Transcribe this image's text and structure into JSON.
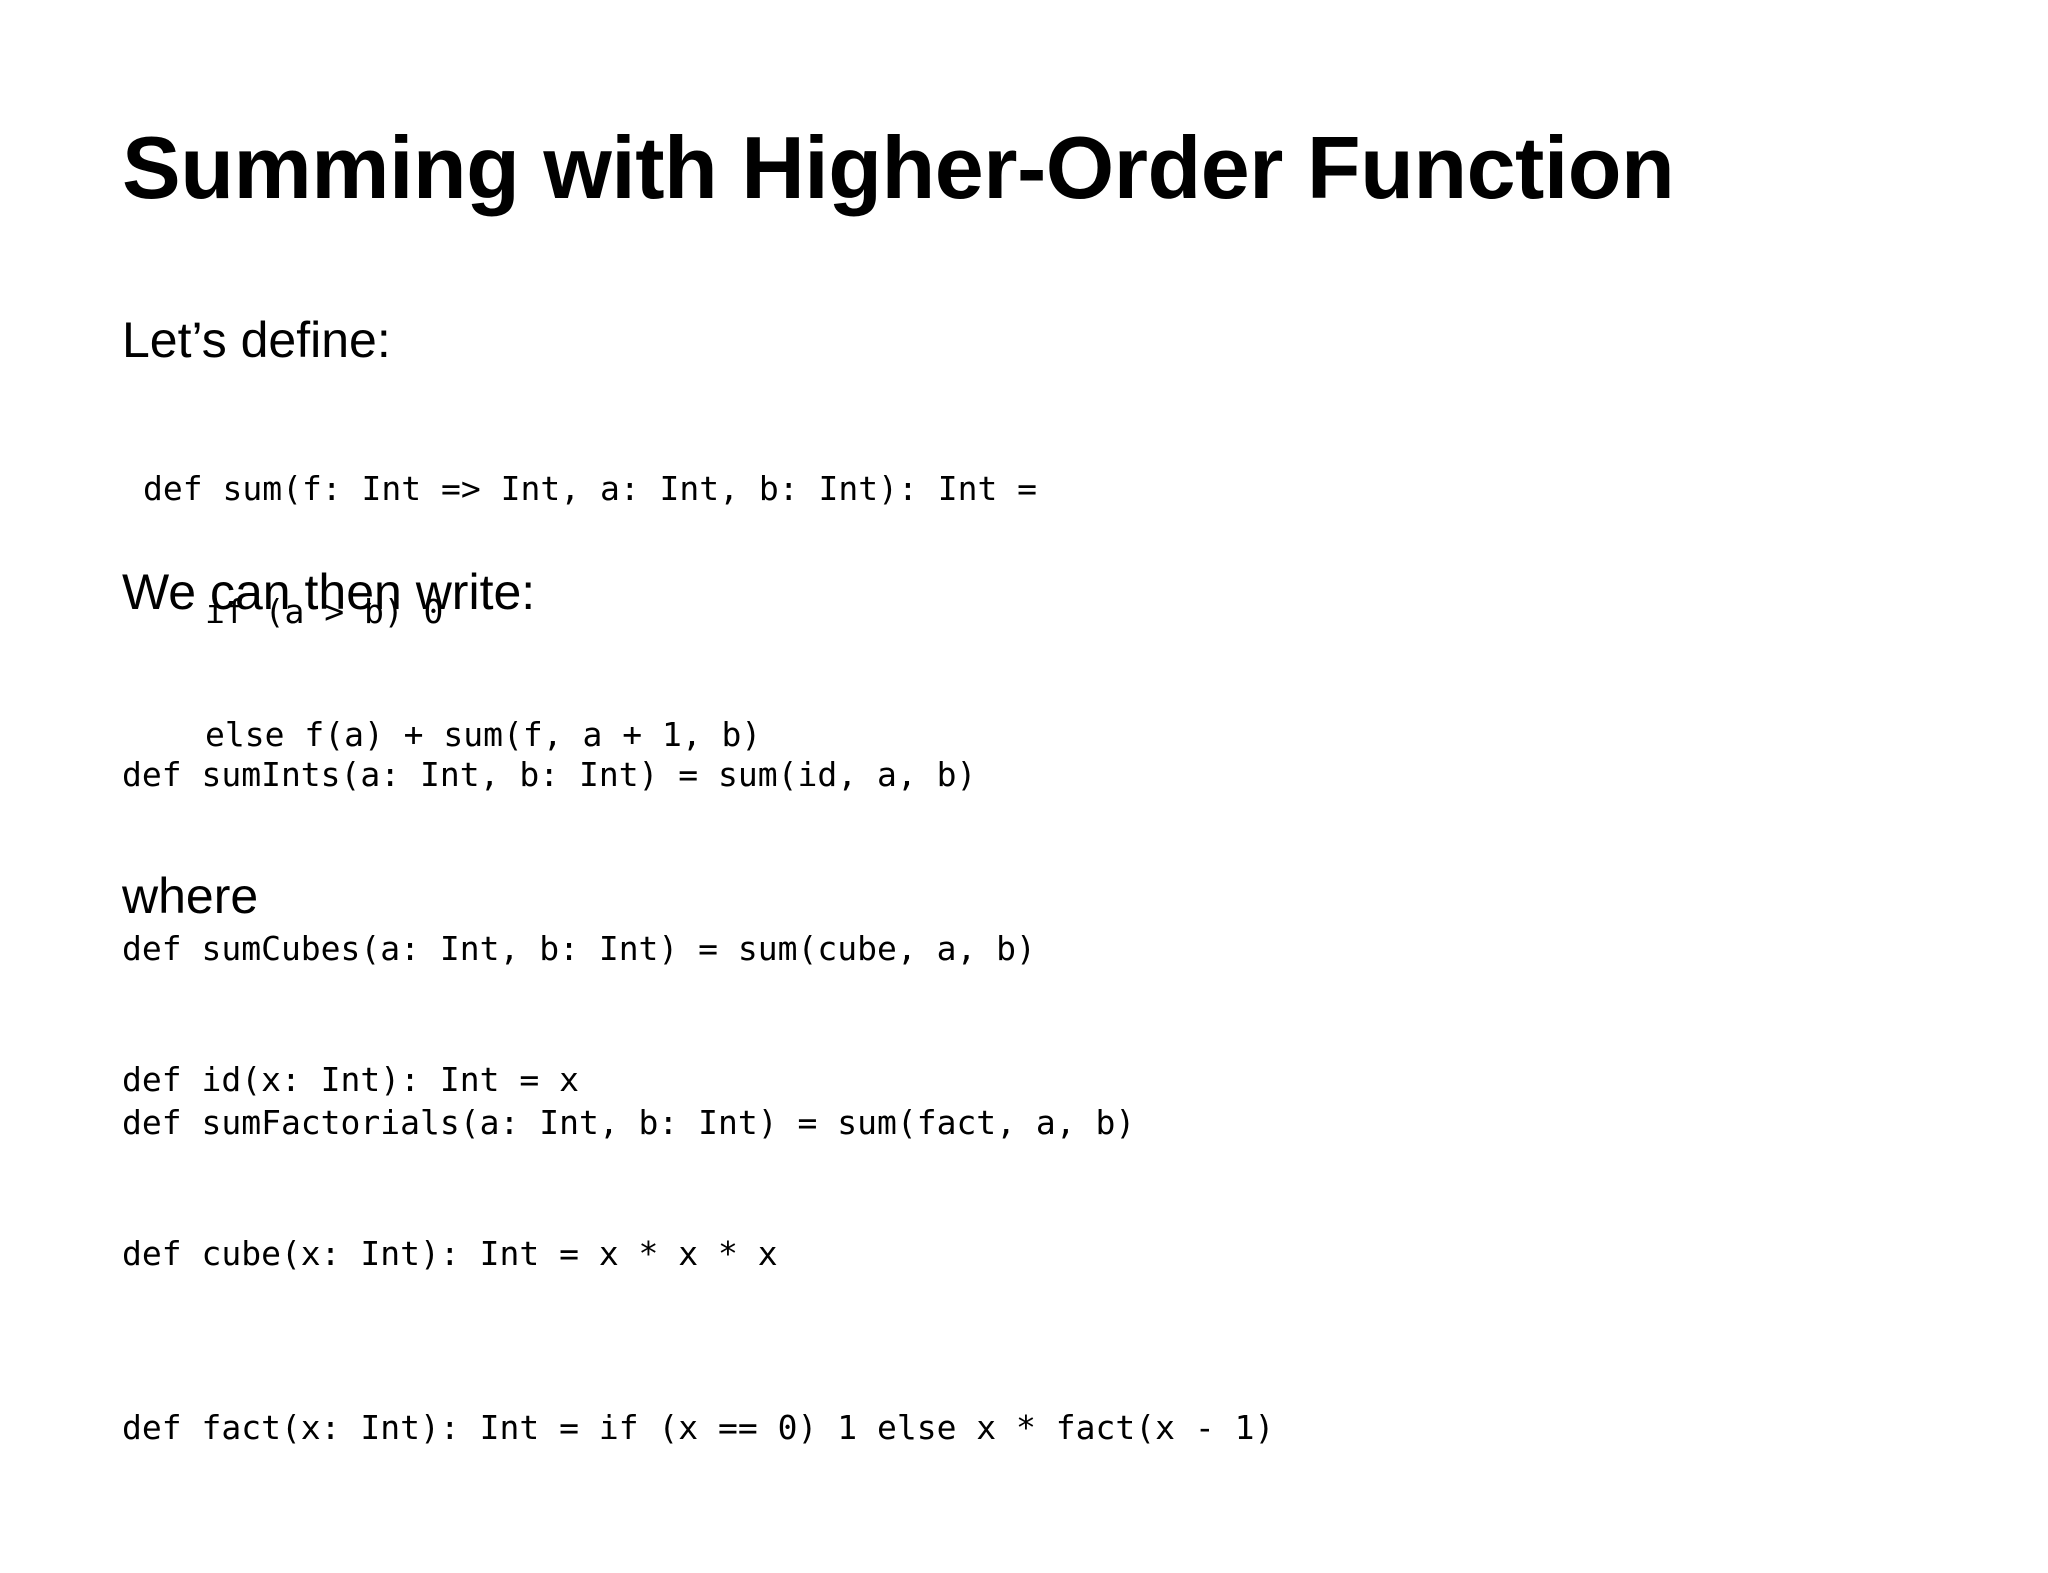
{
  "slide": {
    "title": "Summing with Higher-Order Function",
    "section_define": {
      "heading": "Let’s define:",
      "code_lines": [
        "def sum(f: Int => Int, a: Int, b: Int): Int =",
        "if (a > b) 0",
        "else f(a) + sum(f, a + 1, b)"
      ]
    },
    "section_write": {
      "heading": "We can then write:",
      "code_lines": [
        "def sumInts(a: Int, b: Int) = sum(id, a, b)",
        "def sumCubes(a: Int, b: Int) = sum(cube, a, b)",
        "def sumFactorials(a: Int, b: Int) = sum(fact, a, b)"
      ]
    },
    "section_where": {
      "heading": "where",
      "code_lines": [
        "def id(x: Int): Int = x",
        "def cube(x: Int): Int = x * x * x",
        "def fact(x: Int): Int = if (x == 0) 1 else x * fact(x - 1)"
      ]
    }
  }
}
